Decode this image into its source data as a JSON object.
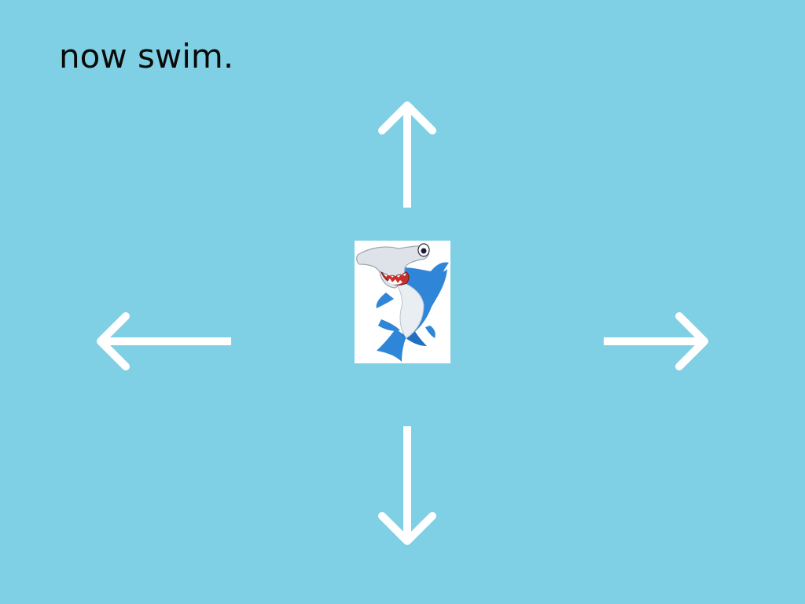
{
  "game": {
    "title": "now swim.",
    "background_color": "#7fd0e4",
    "arrow_color": "#ffffff",
    "controls": [
      {
        "direction": "up",
        "icon": "arrow-up-icon"
      },
      {
        "direction": "down",
        "icon": "arrow-down-icon"
      },
      {
        "direction": "left",
        "icon": "arrow-left-icon"
      },
      {
        "direction": "right",
        "icon": "arrow-right-icon"
      }
    ],
    "player": {
      "sprite": "hammerhead-shark-icon",
      "body_color": "#2f86d8",
      "belly_color": "#e9eef2"
    }
  }
}
